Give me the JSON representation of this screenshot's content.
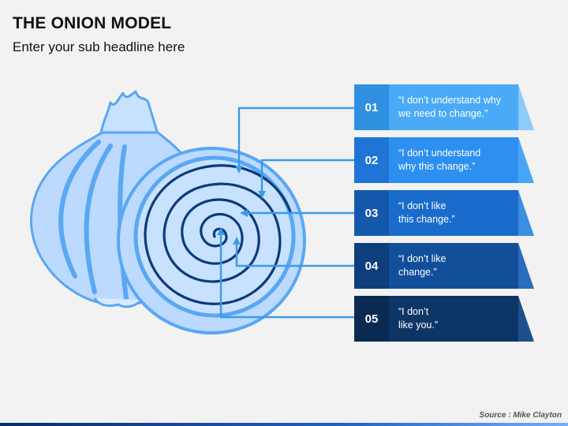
{
  "header": {
    "title": "THE ONION MODEL",
    "subtitle": "Enter your sub headline here"
  },
  "items": [
    {
      "number": "01",
      "text": "“I don’t understand why\nwe need to change.”",
      "color": "#4aaaf7",
      "num_color": "#2f8fe0",
      "tail_color": "#8ccaf9"
    },
    {
      "number": "02",
      "text": "“I don’t understand\nwhy this change.”",
      "color": "#2d8ff0",
      "num_color": "#1f74d6",
      "tail_color": "#4aa6f5"
    },
    {
      "number": "03",
      "text": "“I don’t like\nthis change.”",
      "color": "#1a6ccc",
      "num_color": "#1559ac",
      "tail_color": "#3a8fe0"
    },
    {
      "number": "04",
      "text": "“I don’t like\nchange.”",
      "color": "#124f9a",
      "num_color": "#0e3f7c",
      "tail_color": "#2a6cbd"
    },
    {
      "number": "05",
      "text": "“I don’t\nlike you.”",
      "color": "#0d3566",
      "num_color": "#0a2a52",
      "tail_color": "#1e4f8a"
    }
  ],
  "footer": {
    "source": "Source :  Mike Clayton"
  },
  "colors": {
    "onion_fill": "#bcd9ff",
    "onion_light": "#d9eaff",
    "onion_stroke": "#5aa7f2",
    "connector": "#3a9be9",
    "spiral": "#0e3a78"
  }
}
